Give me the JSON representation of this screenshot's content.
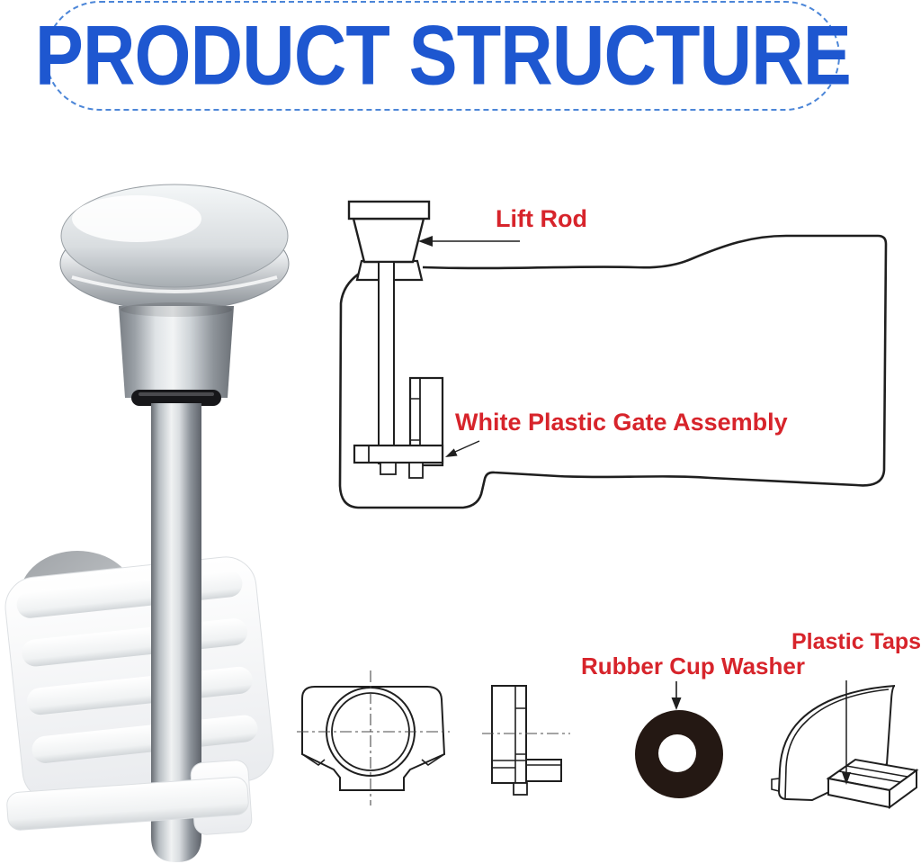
{
  "title": {
    "text": "PRODUCT STRUCTURE",
    "text_color": "#1E57D0",
    "border_color": "#4C86D8"
  },
  "annotations": {
    "color": "#D7242B",
    "lift_rod": "Lift Rod",
    "gate_assembly": "White Plastic Gate Assembly",
    "rubber_cup_washer": "Rubber Cup Washer",
    "plastic_taps": "Plastic Taps"
  },
  "figures": {
    "line_color": "#1F1F1F",
    "photo": "chrome-lift-rod-with-gate-photo",
    "installed_diagram": "faucet-body-cross-section-diagram",
    "front_view": "gate-front-view-drawing",
    "side_view": "gate-side-view-drawing",
    "washer": "rubber-cup-washer-figure",
    "washer_color": "#241813",
    "tap": "plastic-tap-isometric-drawing"
  }
}
